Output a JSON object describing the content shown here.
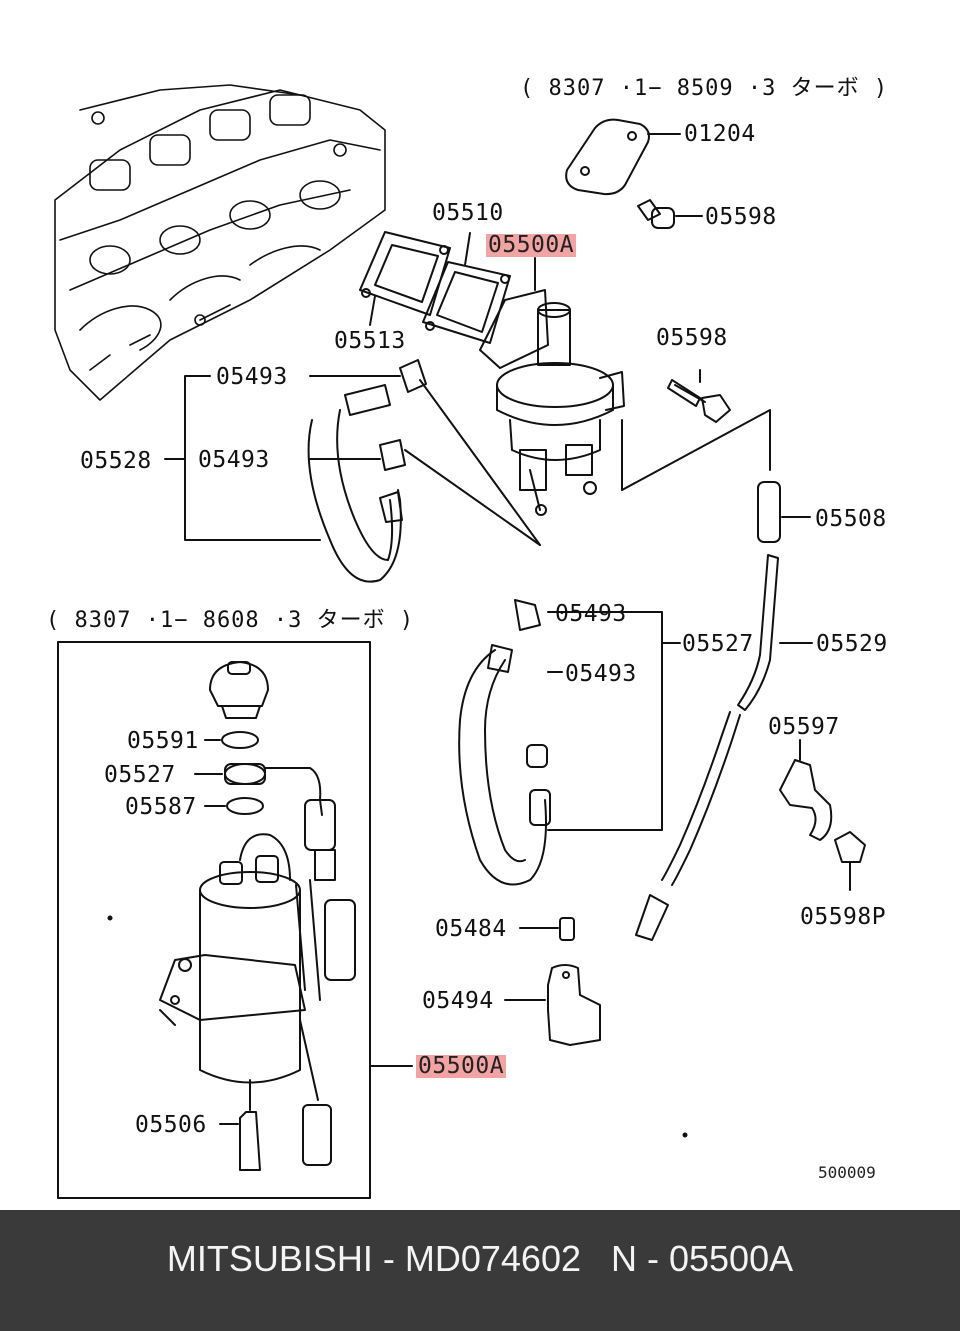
{
  "notes": {
    "upper": "( 8307 ·1− 8509 ·3  ターボ )",
    "lower": "( 8307 ·1− 8608 ·3  ターボ )"
  },
  "labels": {
    "p01204": "01204",
    "p05598_top": "05598",
    "p05510": "05510",
    "p05500A_top": "05500A",
    "p05513": "05513",
    "p05598_mid": "05598",
    "p05493_a": "05493",
    "p05528": "05528",
    "p05493_b": "05493",
    "p05508": "05508",
    "p05493_c": "05493",
    "p05527_right": "05527",
    "p05529": "05529",
    "p05493_d": "05493",
    "p05597": "05597",
    "p05591": "05591",
    "p05527_left": "05527",
    "p05587": "05587",
    "p05598P": "05598P",
    "p05484": "05484",
    "p05494": "05494",
    "p05500A_bottom": "05500A",
    "p05506": "05506"
  },
  "drawing_code": "500009",
  "highlight_color": "#f2a3a3",
  "footer": {
    "text": "MITSUBISHI - MD074602   N - 05500A"
  }
}
